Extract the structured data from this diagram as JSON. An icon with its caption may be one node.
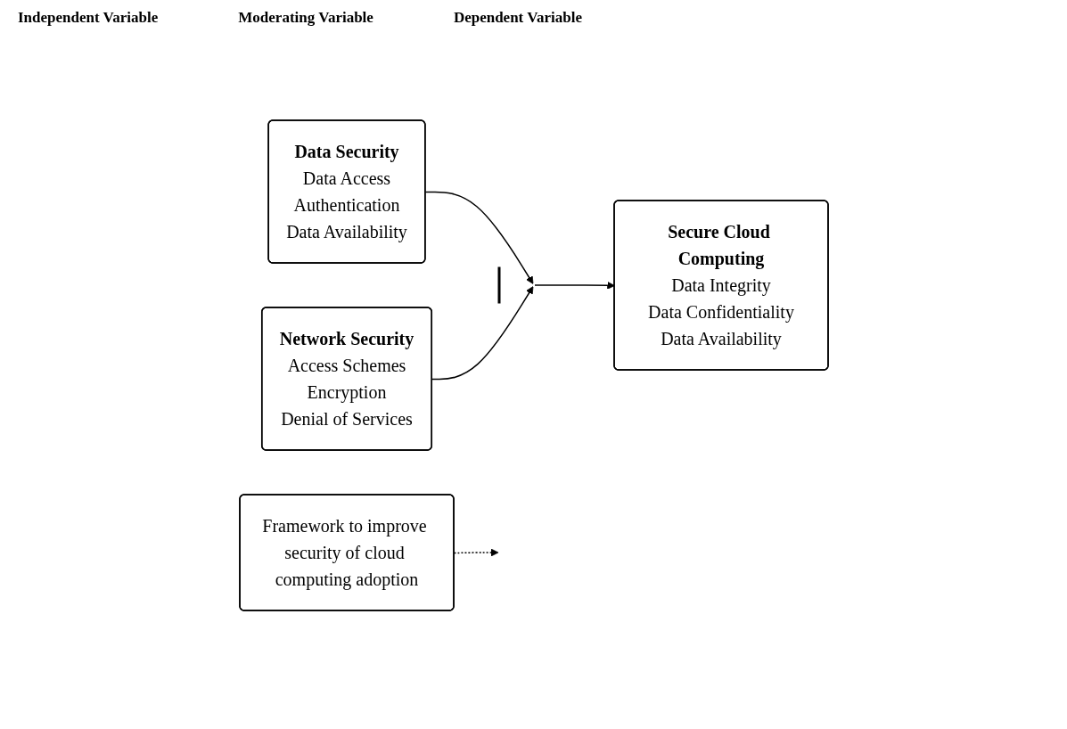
{
  "diagram": {
    "nodes": [
      {
        "text": [
          "Data Security",
          "Data Access",
          "Authentication",
          "Data Availability"
        ]
      },
      {
        "text": [
          "Network Security",
          "Access Schemes",
          "Encryption",
          "Denial of Services"
        ]
      },
      {
        "text": [
          "Secure Cloud Computing",
          "Data Integrity",
          "Data Confidentiality",
          "Data Availability"
        ]
      },
      {
        "text": [
          "Framework to improve security of cloud computing adoption"
        ]
      },
      {
        "text": [],
        "shape": "bar"
      }
    ],
    "edges": [
      {
        "from": 0,
        "to": 4,
        "arrow": "to"
      },
      {
        "from": 1,
        "to": 4,
        "arrow": "to"
      },
      {
        "from": 4,
        "to": 2,
        "arrow": "to"
      },
      {
        "from": 3,
        "to": null,
        "arrow": "to",
        "style": "dashed"
      }
    ],
    "labels": [
      "Independent Variable",
      "Moderating Variable",
      "Dependent Variable"
    ]
  }
}
